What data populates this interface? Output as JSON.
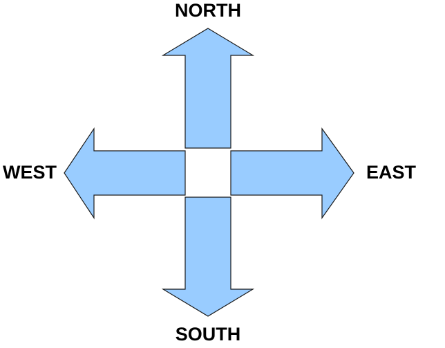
{
  "labels": {
    "north": "NORTH",
    "south": "SOUTH",
    "east": "EAST",
    "west": "WEST"
  },
  "colors": {
    "arrow_fill": "#99CCFF",
    "arrow_stroke": "#1A1A1A",
    "label": "#000000",
    "background": "#FFFFFF"
  }
}
